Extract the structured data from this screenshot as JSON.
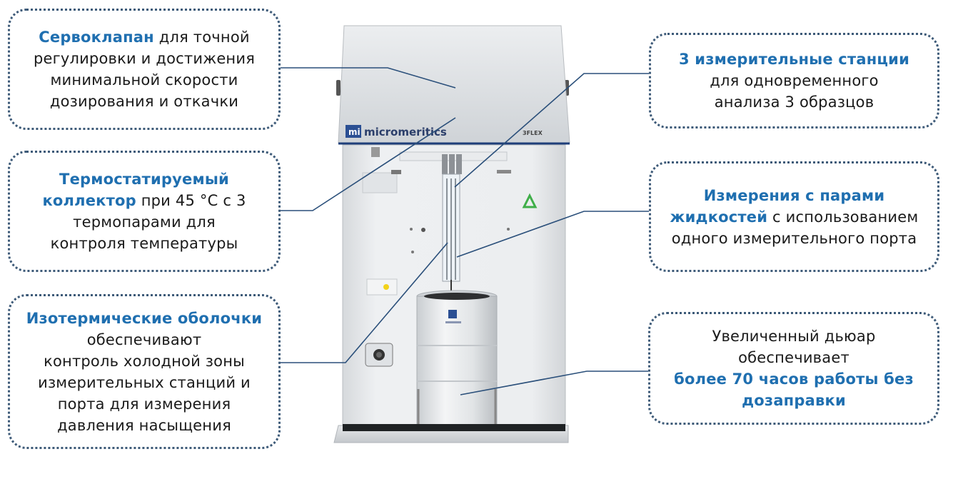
{
  "instrument": {
    "brand": "micromeritics",
    "model": "3FLEX"
  },
  "callouts": {
    "servo": {
      "lines": [
        {
          "bold": "Сервоклапан",
          "rest": " для точной"
        },
        {
          "bold": "",
          "rest": "регулировки и достижения"
        },
        {
          "bold": "",
          "rest": "минимальной скорости"
        },
        {
          "bold": "",
          "rest": "дозирования и откачки"
        }
      ]
    },
    "manifold": {
      "lines": [
        {
          "bold": "Термостатируемый",
          "rest": ""
        },
        {
          "bold": "коллектор",
          "rest": " при 45 °C с 3"
        },
        {
          "bold": "",
          "rest": "термопарами для"
        },
        {
          "bold": "",
          "rest": "контроля температуры"
        }
      ]
    },
    "isothermal": {
      "lines": [
        {
          "bold": "Изотермические оболочки",
          "rest": ""
        },
        {
          "bold": "",
          "rest": "обеспечивают"
        },
        {
          "bold": "",
          "rest": "контроль холодной зоны"
        },
        {
          "bold": "",
          "rest": "измерительных станций и"
        },
        {
          "bold": "",
          "rest": "порта для измерения"
        },
        {
          "bold": "",
          "rest": "давления насыщения"
        }
      ]
    },
    "stations": {
      "lines": [
        {
          "bold": "3  измерительные станции",
          "rest": ""
        },
        {
          "bold": "",
          "rest": "для одновременного"
        },
        {
          "bold": "",
          "rest": "анализа 3 образцов"
        }
      ]
    },
    "vapor": {
      "lines": [
        {
          "bold": "Измерения с парами",
          "rest": ""
        },
        {
          "bold": "жидкостей",
          "rest": " с использованием"
        },
        {
          "bold": "",
          "rest": "одного измерительного порта"
        }
      ]
    },
    "dewar": {
      "lines": [
        {
          "bold": "",
          "rest": "Увеличенный дьюар"
        },
        {
          "bold": "",
          "rest": "обеспечивает"
        },
        {
          "bold": "более 70 часов работы без",
          "rest": ""
        },
        {
          "bold": "дозаправки",
          "rest": ""
        }
      ]
    }
  },
  "colors": {
    "accent": "#1f6fb0",
    "border": "#3d5a78",
    "leader": "#2a4f7a",
    "instrument_body": "#e4e6e8",
    "instrument_hood": "#d9dcdf"
  }
}
